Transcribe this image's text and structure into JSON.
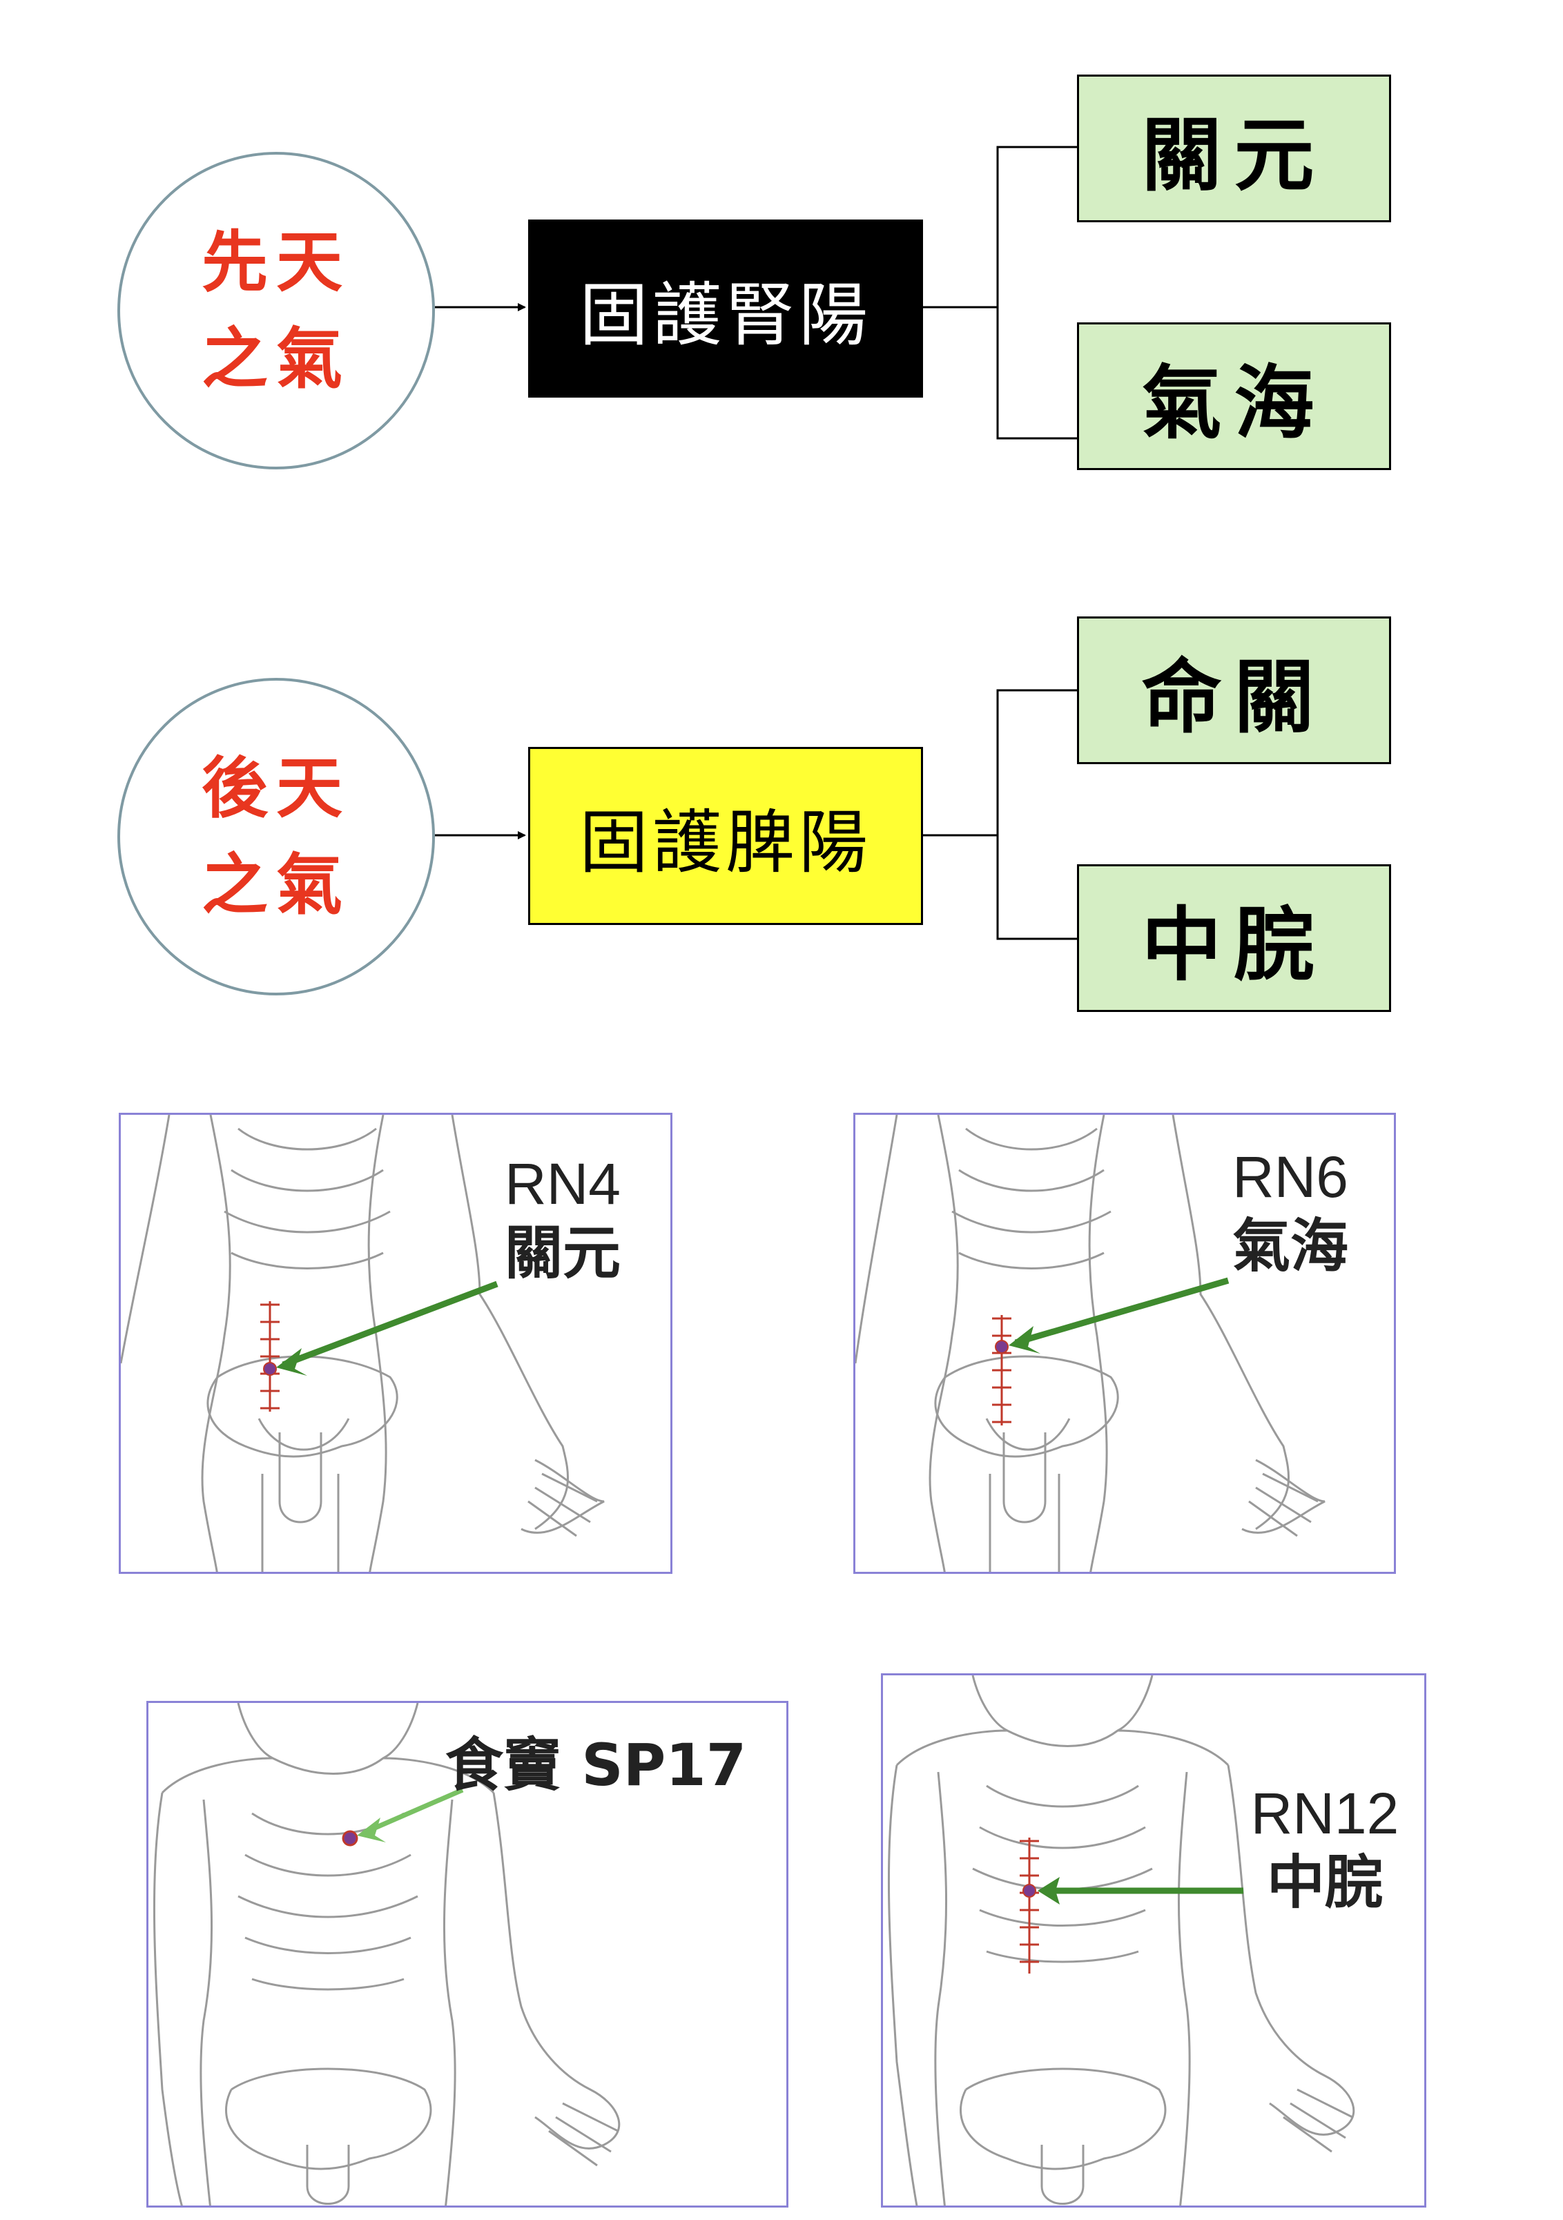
{
  "flows": [
    {
      "origin_line1": "先天",
      "origin_line2": "之氣",
      "method": "固護腎陽",
      "targets": [
        "關元",
        "氣海"
      ]
    },
    {
      "origin_line1": "後天",
      "origin_line2": "之氣",
      "method": "固護脾陽",
      "targets": [
        "命關",
        "中脘"
      ]
    }
  ],
  "panels": [
    {
      "code": "RN4",
      "name": "關元"
    },
    {
      "code": "RN6",
      "name": "氣海"
    },
    {
      "label": "食竇 SP17"
    },
    {
      "code": "RN12",
      "name": "中脘"
    }
  ],
  "colors": {
    "origin_text": "#e8361f",
    "kidney_box": "#000000",
    "spleen_box": "#ffff33",
    "target_box": "#d5eec4",
    "arrow": "#3f8a2e",
    "point": "#c0392b"
  }
}
